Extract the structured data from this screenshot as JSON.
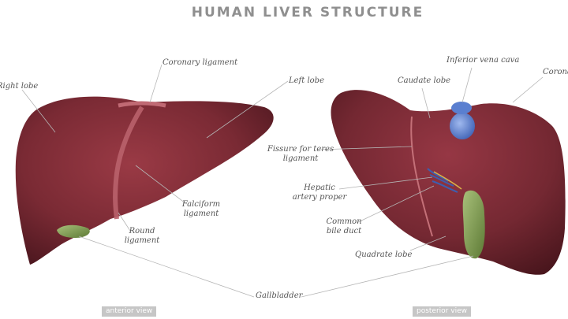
{
  "title": "HUMAN LIVER STRUCTURE",
  "labels": {
    "right_lobe": "Right lobe",
    "coronary_ligament_anterior": "Coronary ligament",
    "falciform_ligament": "Falciform\nligament",
    "round_ligament": "Round\nligament",
    "left_lobe": "Left lobe",
    "fissure_for_teres_ligament": "Fissure for teres\nligament",
    "hepatic_artery_proper": "Hepatic\nartery proper",
    "common_bile_duct": "Common\nbile duct",
    "quadrate_lobe": "Quadrate lobe",
    "caudate_lobe": "Caudate lobe",
    "inferior_vena_cava": "Inferior vena cava",
    "coronary_posterior_partial": "Corona",
    "gallbladder": "Gallbladder"
  },
  "views": {
    "anterior": "anterior view",
    "posterior": "posterior view"
  },
  "colors": {
    "liver": "#7a2a34",
    "gallbladder": "#8aa35c",
    "vena_cava": "#5a7fd0",
    "title": "#8f8f8f",
    "leader_line": "#b5b5b5"
  }
}
